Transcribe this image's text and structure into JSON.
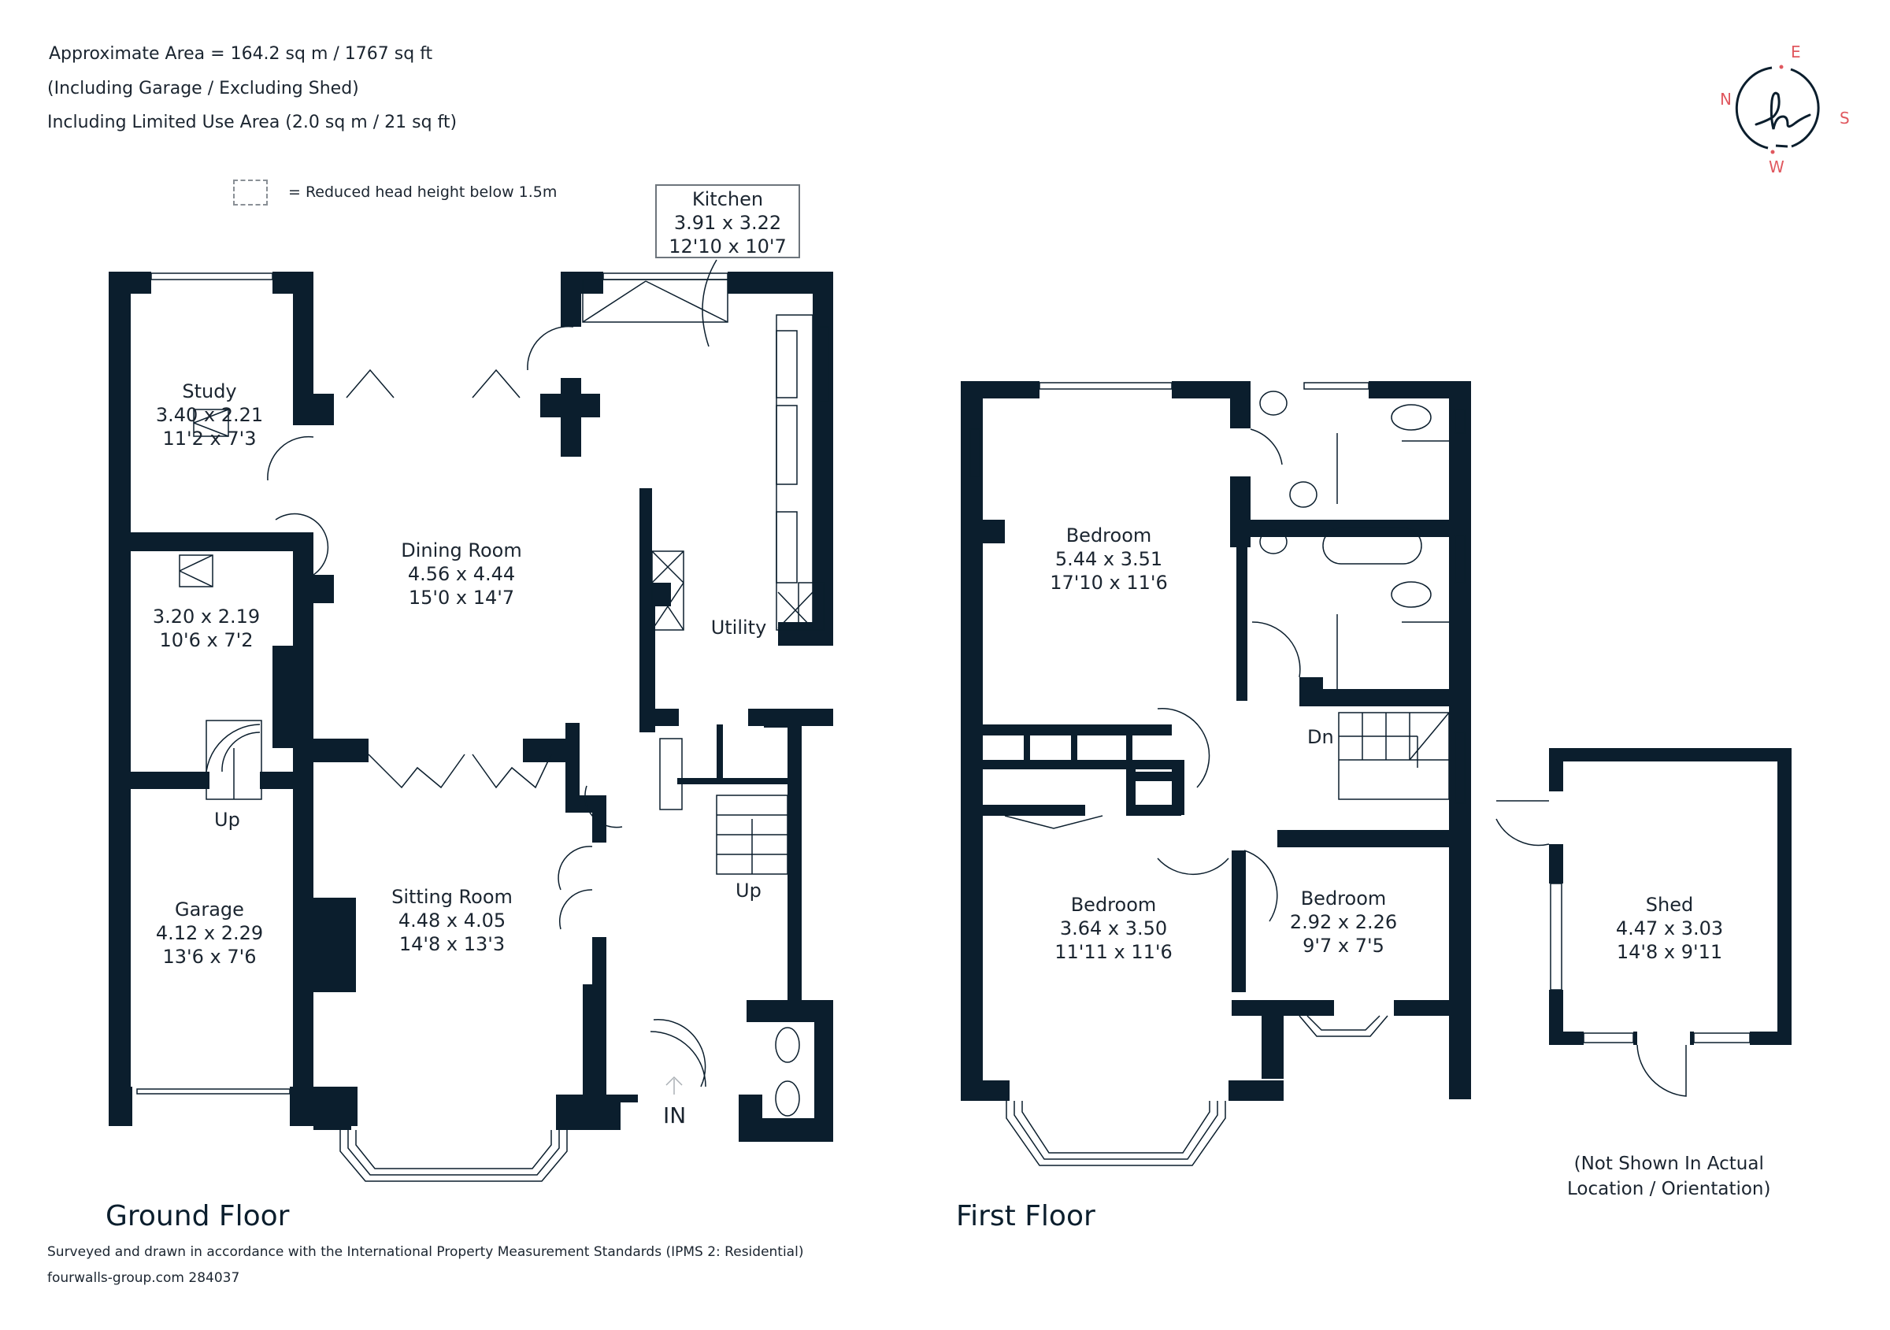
{
  "header": {
    "area_line": "Approximate Area = 164.2 sq m / 1767 sq ft",
    "inclusion_line": "(Including Garage / Excluding Shed)",
    "limited_use_line": "Including Limited Use Area (2.0 sq m / 21 sq ft)"
  },
  "legend": {
    "reduced_head_height": "= Reduced head height below 1.5m"
  },
  "compass": {
    "letters": {
      "top": "E",
      "left": "N",
      "right": "S",
      "bottom": "W"
    },
    "logo_glyph": "h",
    "accent_color": "#e0585f",
    "ring_color": "#0b1e2d"
  },
  "ground_floor": {
    "title": "Ground Floor",
    "rooms": [
      {
        "name": "Kitchen",
        "metric": "3.91 x 3.22",
        "imperial": "12'10 x 10'7"
      },
      {
        "name": "Study",
        "metric": "3.40 x 2.21",
        "imperial": "11'2 x 7'3"
      },
      {
        "name": "",
        "metric": "3.20 x 2.19",
        "imperial": "10'6 x 7'2"
      },
      {
        "name": "Dining Room",
        "metric": "4.56 x 4.44",
        "imperial": "15'0 x 14'7"
      },
      {
        "name": "Utility",
        "metric": "",
        "imperial": ""
      },
      {
        "name": "Garage",
        "metric": "4.12 x 2.29",
        "imperial": "13'6 x 7'6"
      },
      {
        "name": "Sitting Room",
        "metric": "4.48 x 4.05",
        "imperial": "14'8 x 13'3"
      }
    ],
    "labels": {
      "stairs_up_garage": "Up",
      "stairs_up_hall": "Up",
      "entrance": "IN"
    }
  },
  "first_floor": {
    "title": "First Floor",
    "rooms": [
      {
        "name": "Bedroom",
        "metric": "5.44 x 3.51",
        "imperial": "17'10 x 11'6"
      },
      {
        "name": "Bedroom",
        "metric": "3.64 x 3.50",
        "imperial": "11'11 x 11'6"
      },
      {
        "name": "Bedroom",
        "metric": "2.92 x 2.26",
        "imperial": "9'7 x 7'5"
      }
    ],
    "labels": {
      "stairs_down": "Dn"
    }
  },
  "shed": {
    "name": "Shed",
    "metric": "4.47 x 3.03",
    "imperial": "14'8 x 9'11",
    "note_line1": "(Not Shown In Actual",
    "note_line2": "Location / Orientation)"
  },
  "footer": {
    "standards": "Surveyed and drawn in accordance with the International Property Measurement Standards (IPMS 2: Residential)",
    "reference": "fourwalls-group.com 284037"
  },
  "colors": {
    "wall": "#0b1e2d",
    "text": "#1b2530",
    "accent": "#e0585f"
  }
}
